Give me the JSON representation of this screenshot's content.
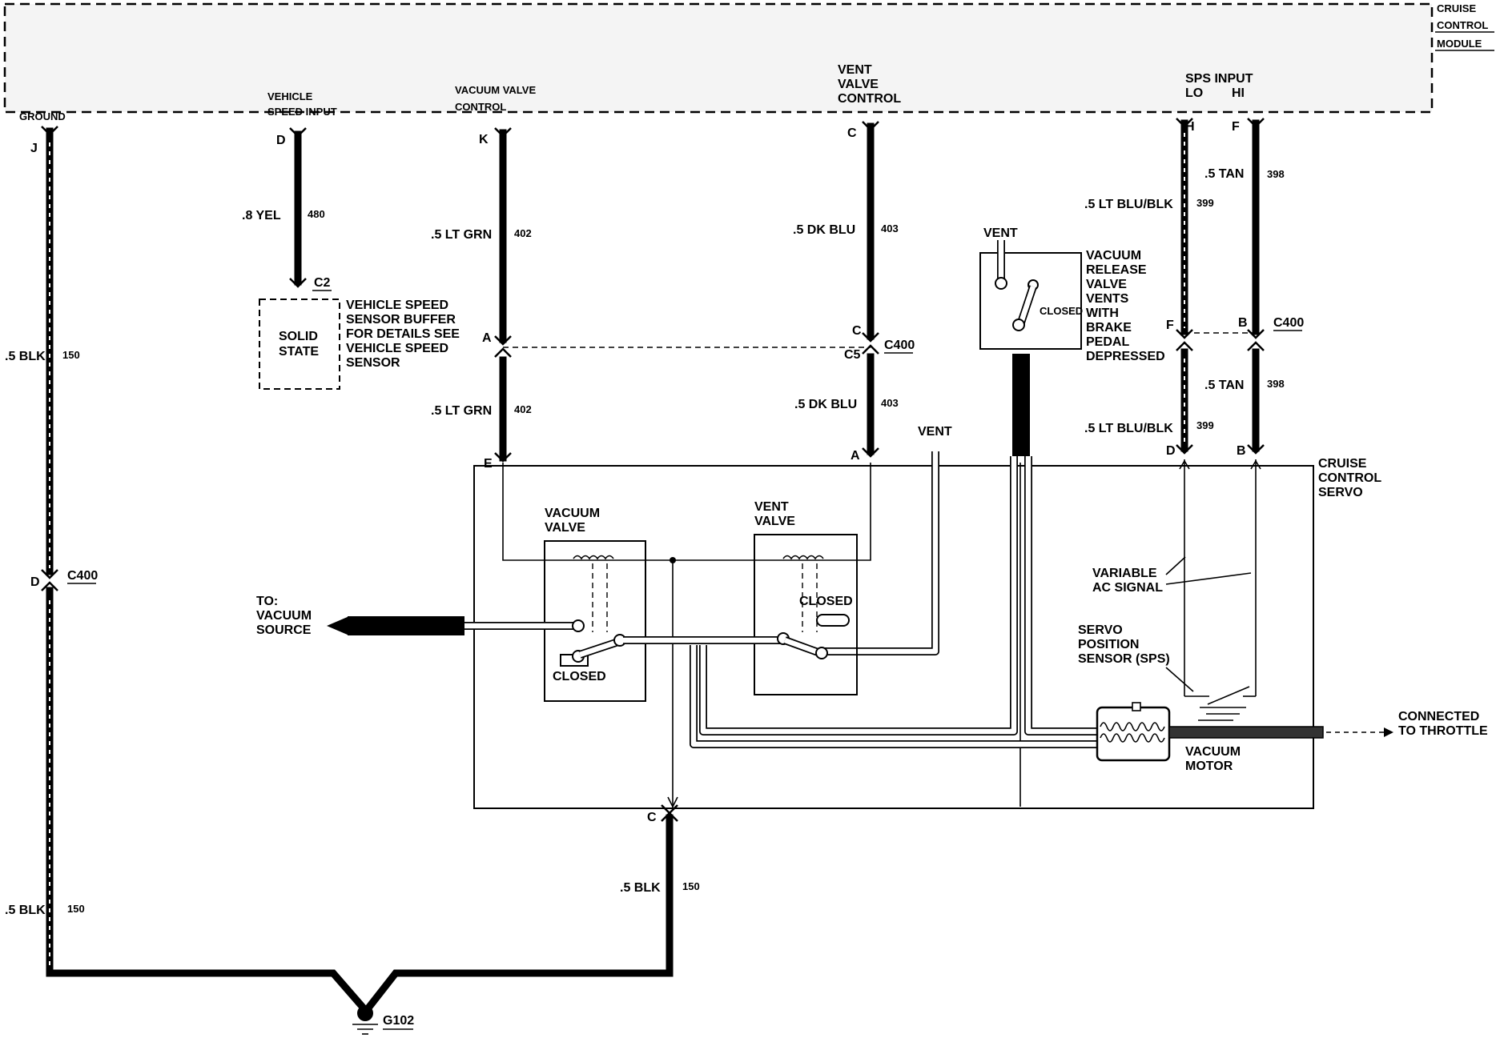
{
  "module": {
    "name_lines": [
      "CRUISE",
      "CONTROL",
      "MODULE"
    ],
    "terminals": {
      "ground": "GROUND",
      "vss_line1": "VEHICLE",
      "vss_line2": "SPEED INPUT",
      "vacuum_line1": "VACUUM VALVE",
      "vacuum_line2": "CONTROL",
      "vent_line1": "VENT",
      "vent_line2": "VALVE",
      "vent_line3": "CONTROL",
      "sps_title": "SPS INPUT",
      "sps_lo": "LO",
      "sps_hi": "HI"
    }
  },
  "pins": {
    "J": "J",
    "D": "D",
    "K": "K",
    "C": "C",
    "H": "H",
    "F": "F",
    "A": "A",
    "E": "E",
    "B": "B",
    "C5": "C5"
  },
  "wires": {
    "yel": {
      "gauge": ".8 YEL",
      "circuit": "480"
    },
    "ltgrn": {
      "gauge": ".5 LT GRN",
      "circuit": "402"
    },
    "dkblu": {
      "gauge": ".5 DK BLU",
      "circuit": "403"
    },
    "ltblublk": {
      "gauge": ".5 LT BLU/BLK",
      "circuit": "399"
    },
    "tan": {
      "gauge": ".5 TAN",
      "circuit": "398"
    },
    "blk": {
      "gauge": ".5 BLK",
      "circuit": "150"
    }
  },
  "connectors": {
    "c2": "C2",
    "c400": "C400",
    "g102": "G102"
  },
  "components": {
    "solid_state_lines": [
      "SOLID",
      "STATE"
    ],
    "buffer_note_lines": [
      "VEHICLE SPEED",
      "SENSOR BUFFER",
      "FOR DETAILS SEE",
      "VEHICLE SPEED",
      "SENSOR"
    ],
    "release_valve_lines": [
      "VACUUM",
      "RELEASE",
      "VALVE",
      "VENTS",
      "WITH",
      "BRAKE",
      "PEDAL",
      "DEPRESSED"
    ],
    "vent": "VENT",
    "closed": "CLOSED",
    "vacuum_valve_lines": [
      "VACUUM",
      "VALVE"
    ],
    "vent_valve_lines": [
      "VENT",
      "VALVE"
    ],
    "servo_lines": [
      "CRUISE",
      "CONTROL",
      "SERVO"
    ],
    "ac_signal_lines": [
      "VARIABLE",
      "AC SIGNAL"
    ],
    "sps_lines": [
      "SERVO",
      "POSITION",
      "SENSOR (SPS)"
    ],
    "vacuum_motor_lines": [
      "VACUUM",
      "MOTOR"
    ],
    "to_vacuum_lines": [
      "TO:",
      "VACUUM",
      "SOURCE"
    ],
    "throttle_lines": [
      "CONNECTED",
      "TO THROTTLE"
    ]
  }
}
